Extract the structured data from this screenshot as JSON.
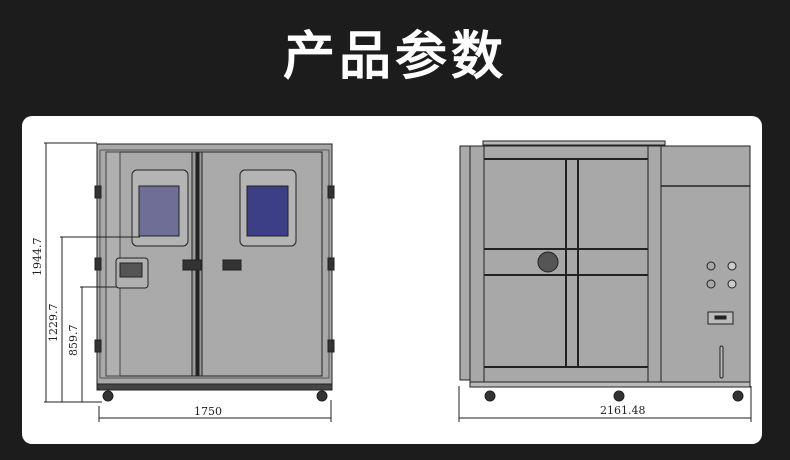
{
  "header": {
    "title": "产品参数"
  },
  "front_view": {
    "height_total": "1944.7",
    "height_window_bottom": "1229.7",
    "height_panel_bottom": "859.7",
    "width": "1750"
  },
  "side_view": {
    "depth": "2161.48"
  },
  "colors": {
    "background": "#1c1c1c",
    "card": "#ffffff",
    "body": "#a9a9a9",
    "window_left": "#6e6e96",
    "window_right": "#3c3f86"
  }
}
